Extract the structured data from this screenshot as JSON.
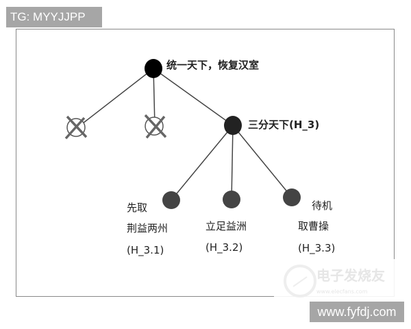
{
  "watermark_tag": "TG: MYYJJPP",
  "site_tag": "www.fyfdj.com",
  "watermark_logo": {
    "title": "电子发烧友",
    "subtitle": "www.elecfans.com"
  },
  "diagram": {
    "root": {
      "label": "统一天下，恢复汉室"
    },
    "rejected": [
      {
        "status": "crossed-out"
      },
      {
        "status": "crossed-out"
      }
    ],
    "h3": {
      "label": "三分天下(H_3)"
    },
    "children": [
      {
        "lines": [
          "先取",
          "荆益两州",
          "(H_3.1)"
        ]
      },
      {
        "lines": [
          "立足益洲",
          "(H_3.2)"
        ]
      },
      {
        "lines": [
          "待机",
          "取曹操",
          "(H_3.3)"
        ]
      }
    ]
  }
}
